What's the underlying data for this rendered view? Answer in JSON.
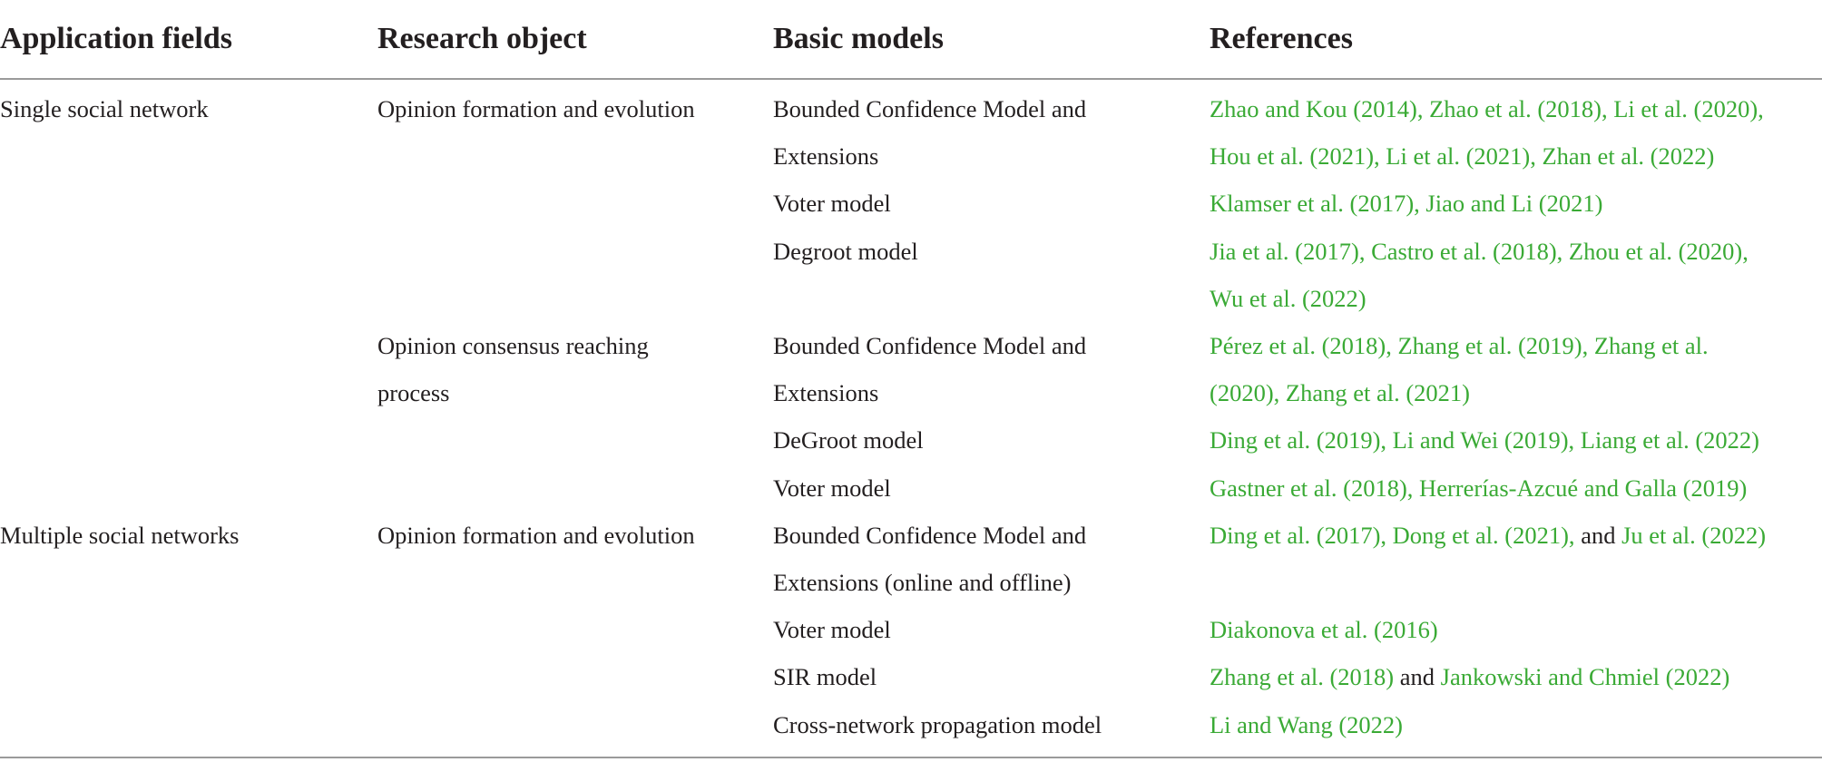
{
  "table": {
    "headers": [
      "Application fields",
      "Research object",
      "Basic models",
      "References"
    ],
    "cells": {
      "r1_field": "Single social network",
      "r1_object": "Opinion formation and evolution",
      "r1_model_l1": "Bounded Confidence Model and",
      "r1_model_l2": "Extensions",
      "r1_refs_l1": "Zhao and Kou (2014), Zhao et al. (2018), Li et al. (2020),",
      "r1_refs_l2": "Hou et al. (2021), Li et al. (2021), Zhan et al. (2022)",
      "r2_model": "Voter model",
      "r2_refs": "Klamser et al. (2017), Jiao and Li (2021)",
      "r3_model": "Degroot model",
      "r3_refs_l1": "Jia et al. (2017), Castro et al. (2018), Zhou et al. (2020),",
      "r3_refs_l2": "Wu et al. (2022)",
      "r4_object_l1": "Opinion consensus reaching",
      "r4_object_l2": "process",
      "r4_model_l1": "Bounded Confidence Model and",
      "r4_model_l2": "Extensions",
      "r4_refs_l1": "Pérez et al. (2018), Zhang et al. (2019), Zhang et al.",
      "r4_refs_l2": "(2020), Zhang et al. (2021)",
      "r5_model": "DeGroot model",
      "r5_refs": "Ding et al. (2019), Li and Wei (2019), Liang et al. (2022)",
      "r6_model": "Voter model",
      "r6_refs": "Gastner et al. (2018), Herrerías-Azcué and Galla (2019)",
      "r7_field": "Multiple social networks",
      "r7_object": "Opinion formation and evolution",
      "r7_model_l1": "Bounded Confidence Model and",
      "r7_model_l2": "Extensions (online and offline)",
      "r7_refs_a": "Ding et al. (2017), Dong et al. (2021),",
      "r7_refs_and": " and ",
      "r7_refs_b": "Ju et al. (2022)",
      "r8_model": "Voter model",
      "r8_refs": "Diakonova et al. (2016)",
      "r9_model": "SIR model",
      "r9_refs_a": "Zhang et al. (2018)",
      "r9_refs_and": " and ",
      "r9_refs_b": "Jankowski and Chmiel (2022)",
      "r10_model": "Cross-network propagation model",
      "r10_refs": "Li and Wang (2022)"
    }
  },
  "colors": {
    "text": "#231f20",
    "link": "#3aaa35",
    "rule": "#9a9a9a"
  }
}
